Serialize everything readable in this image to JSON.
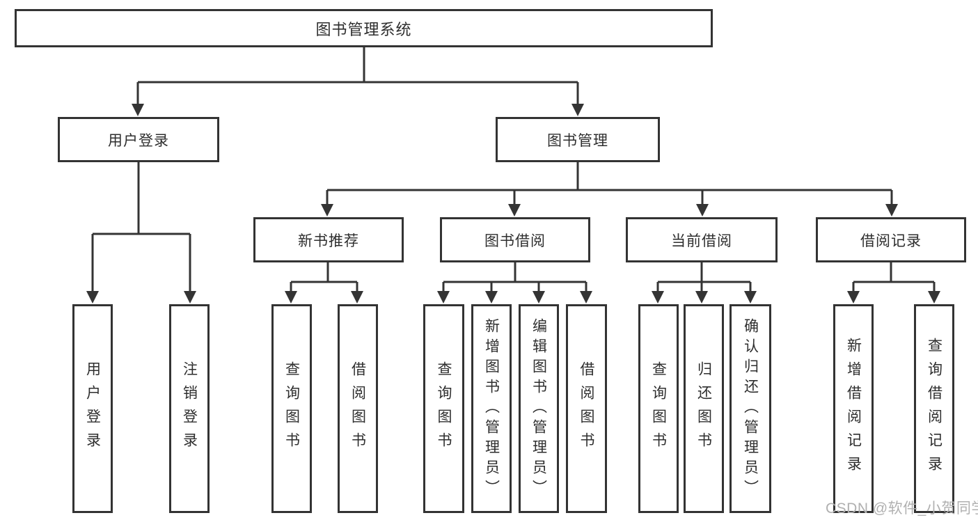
{
  "diagram_title": "图书管理系统",
  "tree": {
    "root": {
      "label": "图书管理系统"
    },
    "branches": [
      {
        "label": "用户登录",
        "leaves": [
          {
            "label": "用户登录"
          },
          {
            "label": "注销登录"
          }
        ]
      },
      {
        "label": "图书管理",
        "groups": [
          {
            "label": "新书推荐",
            "leaves": [
              {
                "label": "查询图书"
              },
              {
                "label": "借阅图书"
              }
            ]
          },
          {
            "label": "图书借阅",
            "leaves": [
              {
                "label": "查询图书"
              },
              {
                "label": "新增图书（管理员）"
              },
              {
                "label": "编辑图书（管理员）"
              },
              {
                "label": "借阅图书"
              }
            ]
          },
          {
            "label": "当前借阅",
            "leaves": [
              {
                "label": "查询图书"
              },
              {
                "label": "归还图书"
              },
              {
                "label": "确认归还（管理员）"
              }
            ]
          },
          {
            "label": "借阅记录",
            "leaves": [
              {
                "label": "新增借阅记录"
              },
              {
                "label": "查询借阅记录"
              }
            ]
          }
        ]
      }
    ]
  },
  "watermark": "CSDN @软件_小贺同学",
  "colors": {
    "line": "#343434",
    "box_border": "#333333",
    "text": "#2e2e2e",
    "watermark": "#b0b0b0",
    "background": "#ffffff"
  }
}
